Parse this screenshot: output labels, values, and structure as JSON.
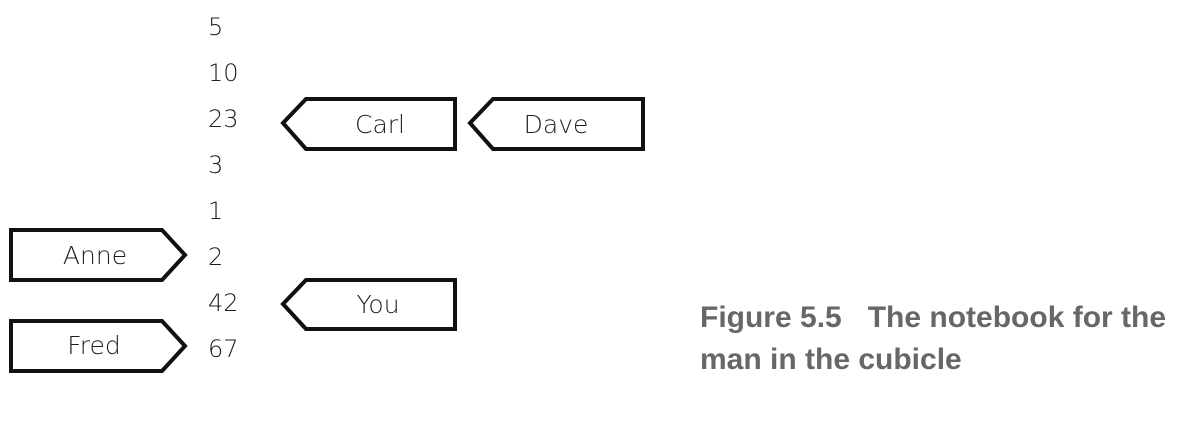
{
  "notebook": {
    "entries": [
      "5",
      "10",
      "23",
      "3",
      "1",
      "2",
      "42",
      "67"
    ]
  },
  "tags": {
    "carl": "Carl",
    "dave": "Dave",
    "anne": "Anne",
    "you": "You",
    "fred": "Fred"
  },
  "caption": {
    "number": "Figure 5.5",
    "text": "The notebook for the man in the cubicle"
  }
}
